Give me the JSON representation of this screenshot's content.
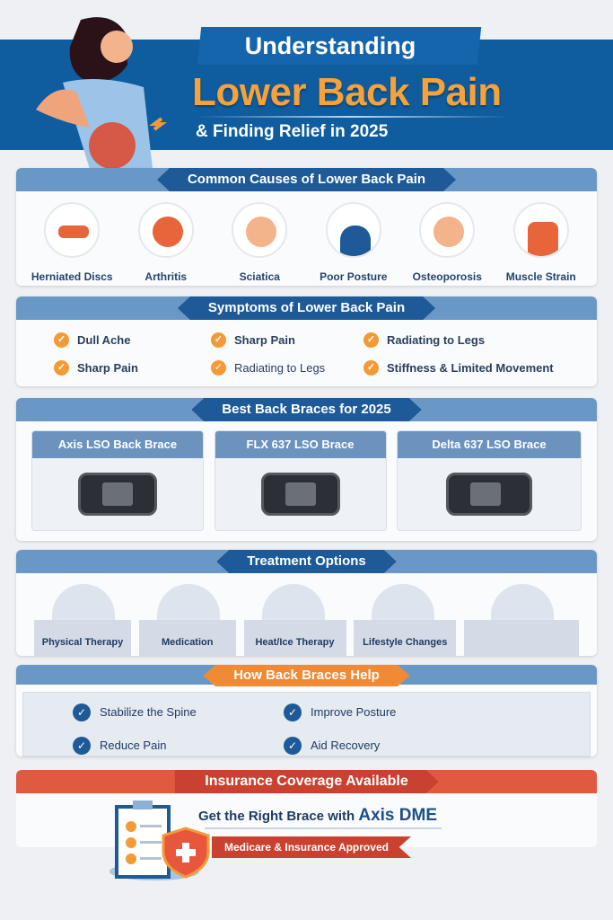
{
  "header": {
    "line1": "Understanding",
    "line2": "Lower Back Pain",
    "line3": "& Finding Relief in 2025"
  },
  "causes": {
    "title": "Common Causes of Lower Back Pain",
    "items": [
      "Herniated Discs",
      "Arthritis",
      "Sciatica",
      "Poor Posture",
      "Osteoporosis",
      "Muscle Strain"
    ]
  },
  "symptoms": {
    "title": "Symptoms of Lower Back Pain",
    "items": [
      "Dull Ache",
      "Sharp Pain",
      "Radiating to Legs",
      "Sharp Pain",
      "Radiating to Legs",
      "Stiffness & Limited Movement"
    ]
  },
  "braces": {
    "title": "Best Back Braces for 2025",
    "items": [
      "Axis LSO Back Brace",
      "FLX 637 LSO Brace",
      "Delta 637 LSO Brace"
    ]
  },
  "treatment": {
    "title": "Treatment Options",
    "items": [
      "Physical Therapy",
      "Medication",
      "Heat/Ice Therapy",
      "Lifestyle Changes"
    ]
  },
  "help": {
    "title": "How Back Braces Help",
    "items": [
      "Stabilize the Spine",
      "Improve Posture",
      "Reduce Pain",
      "Aid Recovery"
    ]
  },
  "insurance": {
    "title": "Insurance Coverage Available",
    "tagline": "Get the Right Brace with ",
    "brand": "Axis DME",
    "ribbon": "Medicare & Insurance Approved"
  },
  "colors": {
    "blue": "#0f5c9e",
    "orange": "#f39a36",
    "red": "#d9493a"
  }
}
